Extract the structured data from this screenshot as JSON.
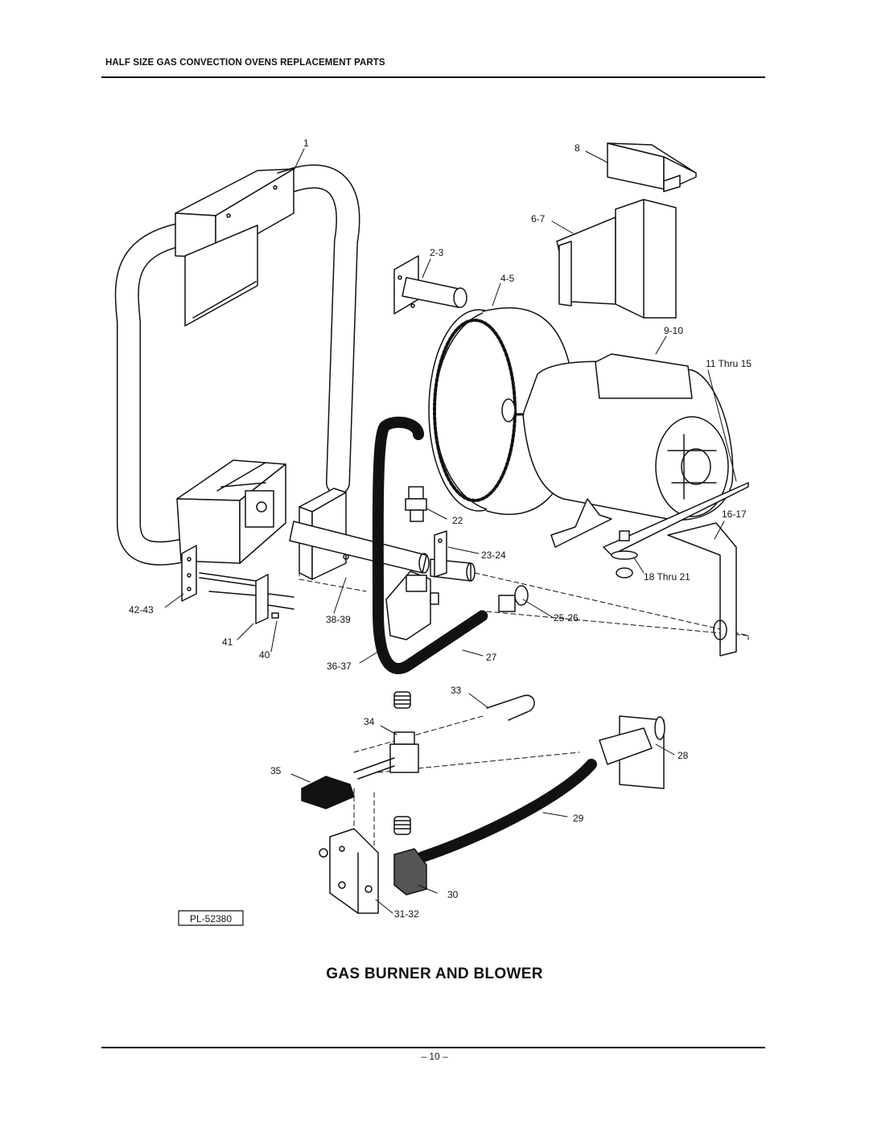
{
  "header": {
    "title": "HALF SIZE GAS CONVECTION OVENS REPLACEMENT PARTS"
  },
  "diagram": {
    "callouts": [
      {
        "id": "c1",
        "text": "1"
      },
      {
        "id": "c8",
        "text": "8"
      },
      {
        "id": "c67",
        "text": "6-7"
      },
      {
        "id": "c23",
        "text": "2-3"
      },
      {
        "id": "c45",
        "text": "4-5"
      },
      {
        "id": "c910",
        "text": "9-10"
      },
      {
        "id": "c1115",
        "text": "11 Thru 15"
      },
      {
        "id": "c1617",
        "text": "16-17"
      },
      {
        "id": "c22",
        "text": "22"
      },
      {
        "id": "c2324",
        "text": "23-24"
      },
      {
        "id": "c1821",
        "text": "18 Thru 21"
      },
      {
        "id": "c4243",
        "text": "42-43"
      },
      {
        "id": "c3839",
        "text": "38-39"
      },
      {
        "id": "c2526",
        "text": "25-26"
      },
      {
        "id": "c41",
        "text": "41"
      },
      {
        "id": "c40",
        "text": "40"
      },
      {
        "id": "c3637",
        "text": "36-37"
      },
      {
        "id": "c27",
        "text": "27"
      },
      {
        "id": "c33",
        "text": "33"
      },
      {
        "id": "c34",
        "text": "34"
      },
      {
        "id": "c28",
        "text": "28"
      },
      {
        "id": "c35",
        "text": "35"
      },
      {
        "id": "c29",
        "text": "29"
      },
      {
        "id": "c30",
        "text": "30"
      },
      {
        "id": "c3132",
        "text": "31-32"
      }
    ],
    "drawing_number": "PL-52380"
  },
  "caption": "GAS BURNER AND BLOWER",
  "footer": {
    "page_number": "– 10 –"
  }
}
